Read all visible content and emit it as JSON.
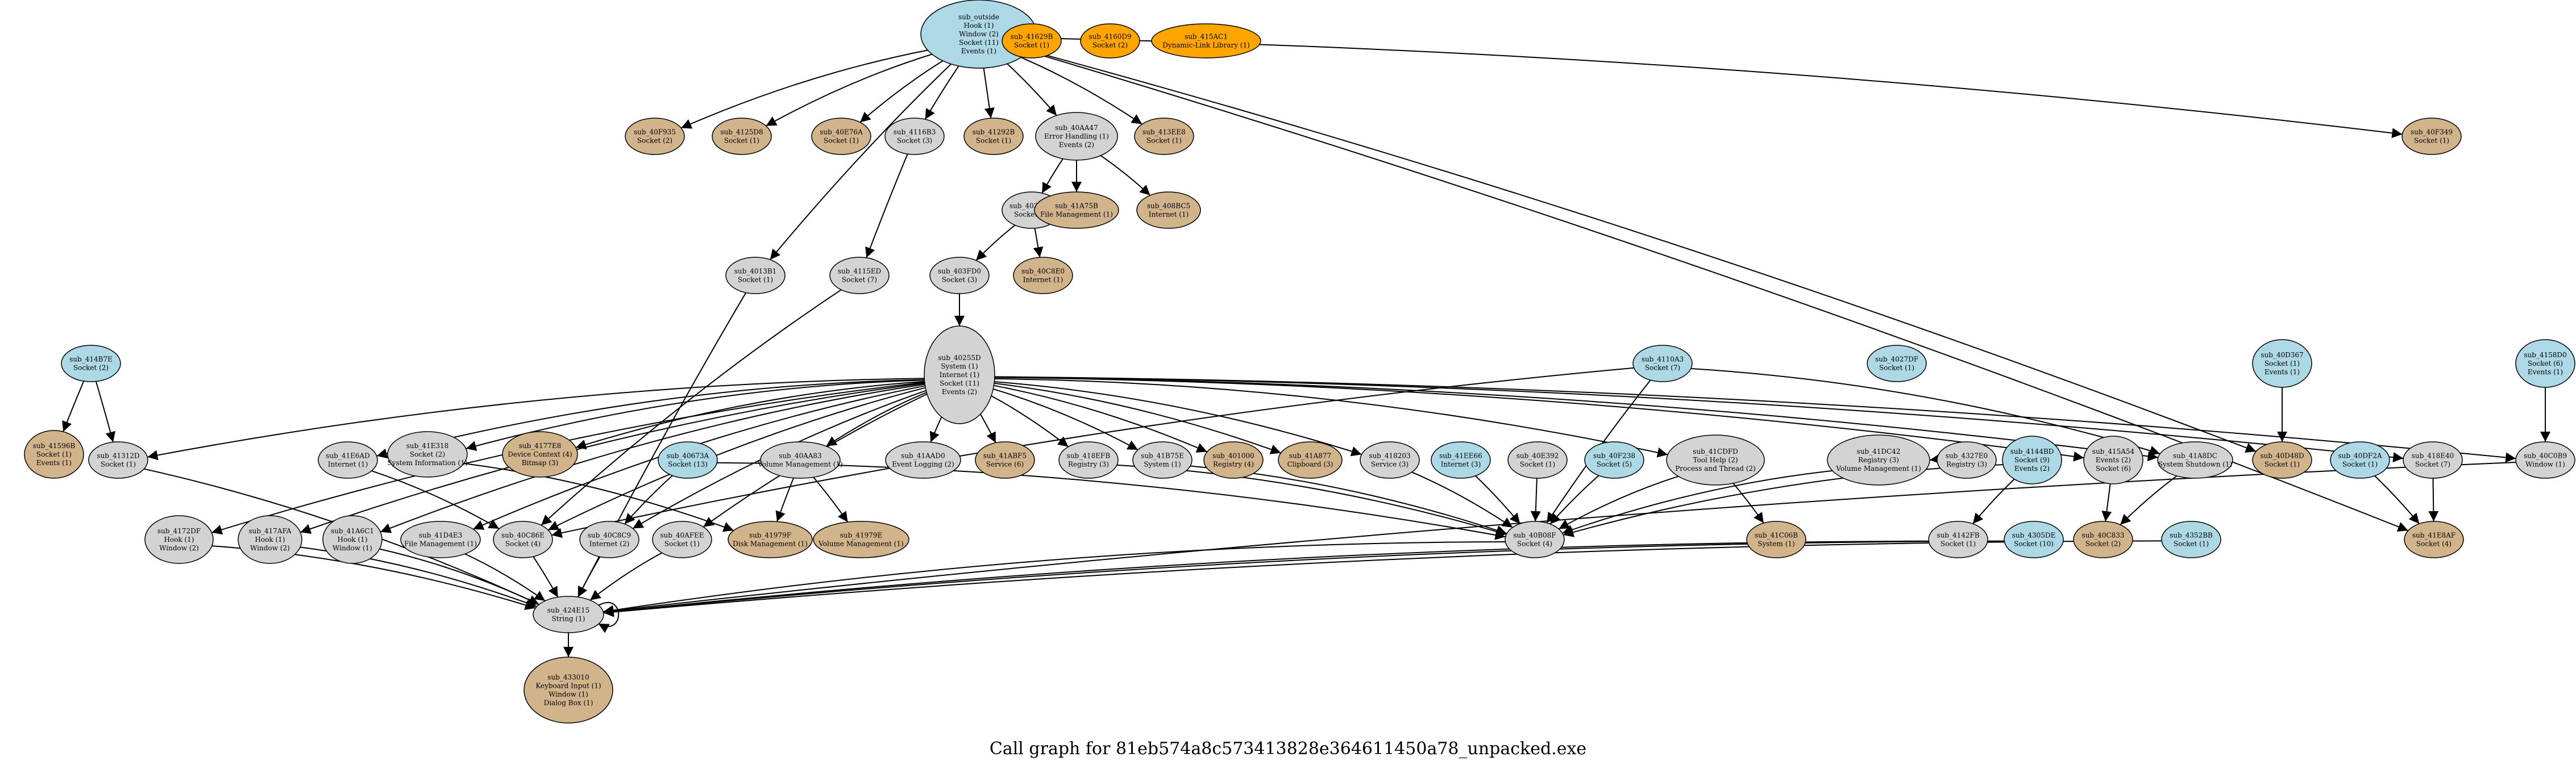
{
  "title": "Call graph for 81eb574a8c573413828e364611450a78_unpacked.exe",
  "palette": {
    "grey": "#d3d3d3",
    "blue": "#add8e6",
    "tan": "#d2b48c",
    "orange": "#ffa500",
    "stroke": "#000000"
  },
  "nodes": [
    {
      "id": "sub_outside",
      "fill": "blue",
      "lines": [
        "sub_outside",
        "Hook (1)",
        "Window (2)",
        "Socket (11)",
        "Events (1)"
      ]
    },
    {
      "id": "sub_41629B",
      "fill": "orange",
      "lines": [
        "sub_41629B",
        "Socket (1)"
      ]
    },
    {
      "id": "sub_4160D9",
      "fill": "orange",
      "lines": [
        "sub_4160D9",
        "Socket (2)"
      ]
    },
    {
      "id": "sub_415AC1",
      "fill": "orange",
      "lines": [
        "sub_415AC1",
        "Dynamic-Link Library (1)"
      ]
    },
    {
      "id": "sub_40F935",
      "fill": "tan",
      "lines": [
        "sub_40F935",
        "Socket (2)"
      ]
    },
    {
      "id": "sub_4125D8",
      "fill": "tan",
      "lines": [
        "sub_4125D8",
        "Socket (1)"
      ]
    },
    {
      "id": "sub_40E76A",
      "fill": "tan",
      "lines": [
        "sub_40E76A",
        "Socket (1)"
      ]
    },
    {
      "id": "sub_4116B3",
      "fill": "grey",
      "lines": [
        "sub_4116B3",
        "Socket (3)"
      ]
    },
    {
      "id": "sub_41292B",
      "fill": "tan",
      "lines": [
        "sub_41292B",
        "Socket (1)"
      ]
    },
    {
      "id": "sub_40AA47",
      "fill": "grey",
      "lines": [
        "sub_40AA47",
        "Error Handling (1)",
        "Events (2)"
      ]
    },
    {
      "id": "sub_413EE8",
      "fill": "tan",
      "lines": [
        "sub_413EE8",
        "Socket (1)"
      ]
    },
    {
      "id": "sub_40F349",
      "fill": "tan",
      "lines": [
        "sub_40F349",
        "Socket (1)"
      ]
    },
    {
      "id": "sub_403DEC",
      "fill": "grey",
      "lines": [
        "sub_403DEC",
        "Socket (4)"
      ]
    },
    {
      "id": "sub_41A75B",
      "fill": "tan",
      "lines": [
        "sub_41A75B",
        "File Management (1)"
      ]
    },
    {
      "id": "sub_408BC5",
      "fill": "tan",
      "lines": [
        "sub_408BC5",
        "Internet (1)"
      ]
    },
    {
      "id": "sub_403FD0",
      "fill": "grey",
      "lines": [
        "sub_403FD0",
        "Socket (3)"
      ]
    },
    {
      "id": "sub_40C8E0",
      "fill": "tan",
      "lines": [
        "sub_40C8E0",
        "Internet (1)"
      ]
    },
    {
      "id": "sub_4013B1",
      "fill": "grey",
      "lines": [
        "sub_4013B1",
        "Socket (1)"
      ]
    },
    {
      "id": "sub_4115ED",
      "fill": "grey",
      "lines": [
        "sub_4115ED",
        "Socket (7)"
      ]
    },
    {
      "id": "sub_40255D",
      "fill": "grey",
      "lines": [
        "sub_40255D",
        "System (1)",
        "Internet (1)",
        "Socket (11)",
        "Events (2)"
      ]
    },
    {
      "id": "sub_414B7E",
      "fill": "blue",
      "lines": [
        "sub_414B7E",
        "Socket (2)"
      ]
    },
    {
      "id": "sub_4110A3",
      "fill": "blue",
      "lines": [
        "sub_4110A3",
        "Socket (7)"
      ]
    },
    {
      "id": "sub_4027DF",
      "fill": "blue",
      "lines": [
        "sub_4027DF",
        "Socket (1)"
      ]
    },
    {
      "id": "sub_40D367",
      "fill": "blue",
      "lines": [
        "sub_40D367",
        "Socket (1)",
        "Events (1)"
      ]
    },
    {
      "id": "sub_4158D0",
      "fill": "blue",
      "lines": [
        "sub_4158D0",
        "Socket (6)",
        "Events (1)"
      ]
    },
    {
      "id": "sub_41596B",
      "fill": "tan",
      "lines": [
        "sub_41596B",
        "Socket (1)",
        "Events (1)"
      ]
    },
    {
      "id": "sub_41312D",
      "fill": "grey",
      "lines": [
        "sub_41312D",
        "Socket (1)"
      ]
    },
    {
      "id": "sub_41E6AD",
      "fill": "grey",
      "lines": [
        "sub_41E6AD",
        "Internet (1)"
      ]
    },
    {
      "id": "sub_41E318",
      "fill": "grey",
      "lines": [
        "sub_41E318",
        "Socket (2)",
        "System Information (1)"
      ]
    },
    {
      "id": "sub_4177E8",
      "fill": "tan",
      "lines": [
        "sub_4177E8",
        "Device Context (4)",
        "Bitmap (3)"
      ]
    },
    {
      "id": "sub_40673A",
      "fill": "blue",
      "lines": [
        "sub_40673A",
        "Socket (13)"
      ]
    },
    {
      "id": "sub_40AA83",
      "fill": "grey",
      "lines": [
        "sub_40AA83",
        "Volume Management (1)"
      ]
    },
    {
      "id": "sub_41AAD0",
      "fill": "grey",
      "lines": [
        "sub_41AAD0",
        "Event Logging (2)"
      ]
    },
    {
      "id": "sub_41ABF5",
      "fill": "tan",
      "lines": [
        "sub_41ABF5",
        "Service (6)"
      ]
    },
    {
      "id": "sub_418EFB",
      "fill": "grey",
      "lines": [
        "sub_418EFB",
        "Registry (3)"
      ]
    },
    {
      "id": "sub_41B75E",
      "fill": "grey",
      "lines": [
        "sub_41B75E",
        "System (1)"
      ]
    },
    {
      "id": "sub_401000",
      "fill": "tan",
      "lines": [
        "sub_401000",
        "Registry (4)"
      ]
    },
    {
      "id": "sub_41A877",
      "fill": "tan",
      "lines": [
        "sub_41A877",
        "Clipboard (3)"
      ]
    },
    {
      "id": "sub_418203",
      "fill": "grey",
      "lines": [
        "sub_418203",
        "Service (3)"
      ]
    },
    {
      "id": "sub_41EE66",
      "fill": "blue",
      "lines": [
        "sub_41EE66",
        "Internet (3)"
      ]
    },
    {
      "id": "sub_40E392",
      "fill": "grey",
      "lines": [
        "sub_40E392",
        "Socket (1)"
      ]
    },
    {
      "id": "sub_40F238",
      "fill": "blue",
      "lines": [
        "sub_40F238",
        "Socket (5)"
      ]
    },
    {
      "id": "sub_41CDFD",
      "fill": "grey",
      "lines": [
        "sub_41CDFD",
        "Tool Help (2)",
        "Process and Thread (2)"
      ]
    },
    {
      "id": "sub_41DC42",
      "fill": "grey",
      "lines": [
        "sub_41DC42",
        "Registry (3)",
        "Volume Management (1)"
      ]
    },
    {
      "id": "sub_4327E0",
      "fill": "grey",
      "lines": [
        "sub_4327E0",
        "Registry (3)"
      ]
    },
    {
      "id": "sub_4144BD",
      "fill": "blue",
      "lines": [
        "sub_4144BD",
        "Socket (9)",
        "Events (2)"
      ]
    },
    {
      "id": "sub_415A54",
      "fill": "grey",
      "lines": [
        "sub_415A54",
        "Events (2)",
        "Socket (6)"
      ]
    },
    {
      "id": "sub_41A8DC",
      "fill": "grey",
      "lines": [
        "sub_41A8DC",
        "System Shutdown (1)"
      ]
    },
    {
      "id": "sub_40D48D",
      "fill": "tan",
      "lines": [
        "sub_40D48D",
        "Socket (1)"
      ]
    },
    {
      "id": "sub_40DF2A",
      "fill": "blue",
      "lines": [
        "sub_40DF2A",
        "Socket (1)"
      ]
    },
    {
      "id": "sub_418E40",
      "fill": "grey",
      "lines": [
        "sub_418E40",
        "Socket (7)"
      ]
    },
    {
      "id": "sub_40C0B9",
      "fill": "grey",
      "lines": [
        "sub_40C0B9",
        "Window (1)"
      ]
    },
    {
      "id": "sub_4172DF",
      "fill": "grey",
      "lines": [
        "sub_4172DF",
        "Hook (1)",
        "Window (2)"
      ]
    },
    {
      "id": "sub_417AFA",
      "fill": "grey",
      "lines": [
        "sub_417AFA",
        "Hook (1)",
        "Window (2)"
      ]
    },
    {
      "id": "sub_41A6C1",
      "fill": "grey",
      "lines": [
        "sub_41A6C1",
        "Hook (1)",
        "Window (1)"
      ]
    },
    {
      "id": "sub_41D4E3",
      "fill": "grey",
      "lines": [
        "sub_41D4E3",
        "File Management (1)"
      ]
    },
    {
      "id": "sub_40C86E",
      "fill": "grey",
      "lines": [
        "sub_40C86E",
        "Socket (4)"
      ]
    },
    {
      "id": "sub_40C8C9",
      "fill": "grey",
      "lines": [
        "sub_40C8C9",
        "Internet (2)"
      ]
    },
    {
      "id": "sub_40AFEE",
      "fill": "grey",
      "lines": [
        "sub_40AFEE",
        "Socket (1)"
      ]
    },
    {
      "id": "sub_41979F",
      "fill": "tan",
      "lines": [
        "sub_41979F",
        "Disk Management (1)"
      ]
    },
    {
      "id": "sub_41979E",
      "fill": "tan",
      "lines": [
        "sub_41979E",
        "Volume Management (1)"
      ]
    },
    {
      "id": "sub_40B08F",
      "fill": "grey",
      "lines": [
        "sub_40B08F",
        "Socket (4)"
      ]
    },
    {
      "id": "sub_41C06B",
      "fill": "tan",
      "lines": [
        "sub_41C06B",
        "System (1)"
      ]
    },
    {
      "id": "sub_4142FB",
      "fill": "grey",
      "lines": [
        "sub_4142FB",
        "Socket (1)"
      ]
    },
    {
      "id": "sub_40C833",
      "fill": "tan",
      "lines": [
        "sub_40C833",
        "Socket (2)"
      ]
    },
    {
      "id": "sub_41E8AF",
      "fill": "tan",
      "lines": [
        "sub_41E8AF",
        "Socket (4)"
      ]
    },
    {
      "id": "sub_4305DE",
      "fill": "blue",
      "lines": [
        "sub_4305DE",
        "Socket (10)"
      ]
    },
    {
      "id": "sub_4352BB",
      "fill": "blue",
      "lines": [
        "sub_4352BB",
        "Socket (1)"
      ]
    },
    {
      "id": "sub_424E15",
      "fill": "grey",
      "lines": [
        "sub_424E15",
        "String (1)"
      ]
    },
    {
      "id": "sub_433010",
      "fill": "tan",
      "lines": [
        "sub_433010",
        "Keyboard Input (1)",
        "Window (1)",
        "Dialog Box (1)"
      ]
    }
  ]
}
